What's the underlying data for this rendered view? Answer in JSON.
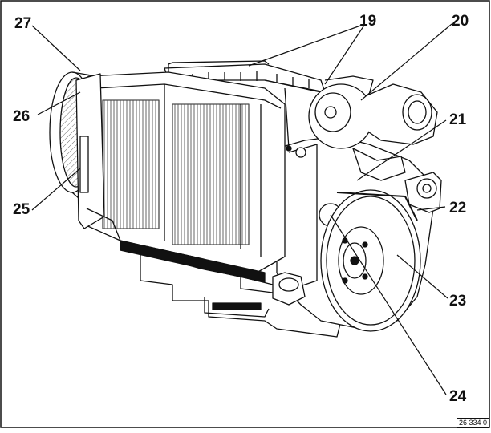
{
  "figure": {
    "callouts": [
      "19",
      "20",
      "21",
      "22",
      "23",
      "24",
      "25",
      "26",
      "27"
    ],
    "ref_code": "26 334 0"
  }
}
